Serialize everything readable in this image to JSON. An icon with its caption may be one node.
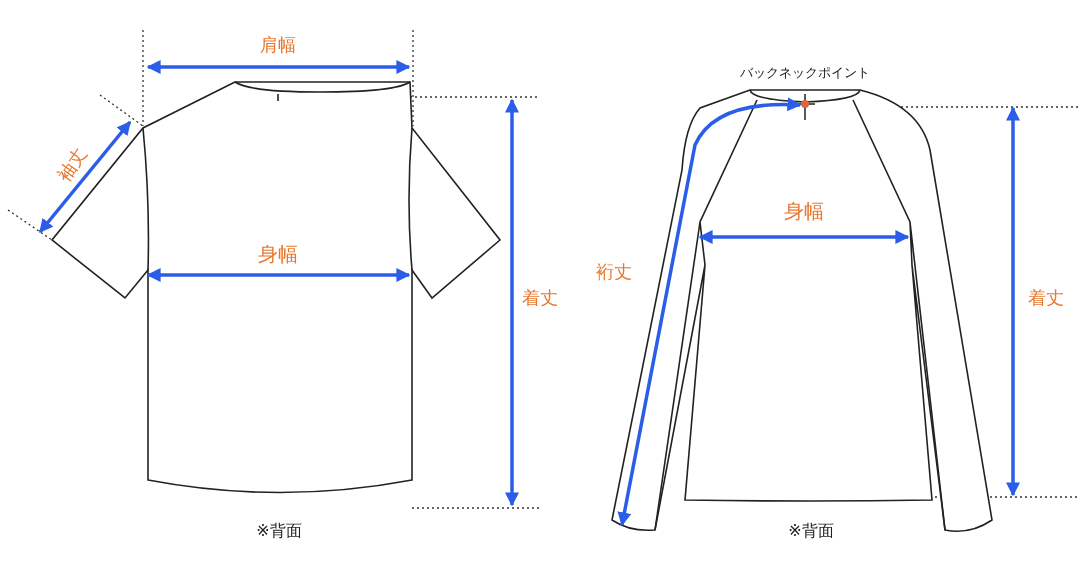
{
  "diagram": {
    "labels": [
      "肩幅",
      "バックネックポイント",
      "袖丈",
      "身幅",
      "身幅",
      "裄丈",
      "着丈",
      "着丈",
      "※背面",
      "※背面"
    ]
  }
}
